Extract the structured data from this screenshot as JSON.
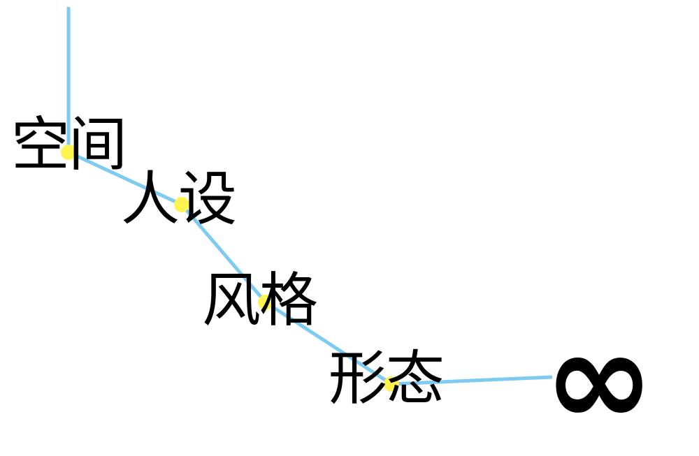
{
  "labels": [
    "空间",
    "人设",
    "风格",
    "形态"
  ],
  "end_symbol": "∞",
  "colors": {
    "line": "#7ecbf2",
    "node": "#fff44f",
    "text": "#000000"
  }
}
